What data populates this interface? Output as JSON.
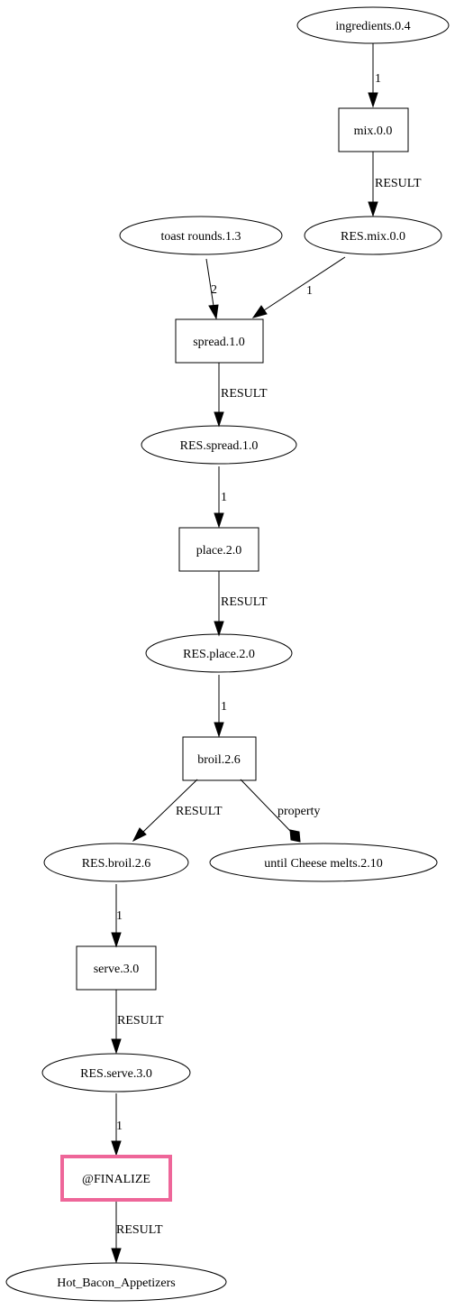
{
  "graph": {
    "nodes": {
      "ingredients": "ingredients.0.4",
      "mix": "mix.0.0",
      "res_mix": "RES.mix.0.0",
      "toast_rounds": "toast rounds.1.3",
      "spread": "spread.1.0",
      "res_spread": "RES.spread.1.0",
      "place": "place.2.0",
      "res_place": "RES.place.2.0",
      "broil": "broil.2.6",
      "res_broil": "RES.broil.2.6",
      "until_cheese": "until Cheese melts.2.10",
      "serve": "serve.3.0",
      "res_serve": "RES.serve.3.0",
      "finalize": "@FINALIZE",
      "hot_bacon": "Hot_Bacon_Appetizers"
    },
    "edges": {
      "ingredients_mix": "1",
      "mix_resmix": "RESULT",
      "toast_spread": "2",
      "resmix_spread": "1",
      "spread_resspread": "RESULT",
      "resspread_place": "1",
      "place_resplace": "RESULT",
      "resplace_broil": "1",
      "broil_resbroil": "RESULT",
      "broil_until": "property",
      "resbroil_serve": "1",
      "serve_resserve": "RESULT",
      "resserve_finalize": "1",
      "finalize_hotbacon": "RESULT"
    },
    "highlight_color": "#ee6699"
  }
}
